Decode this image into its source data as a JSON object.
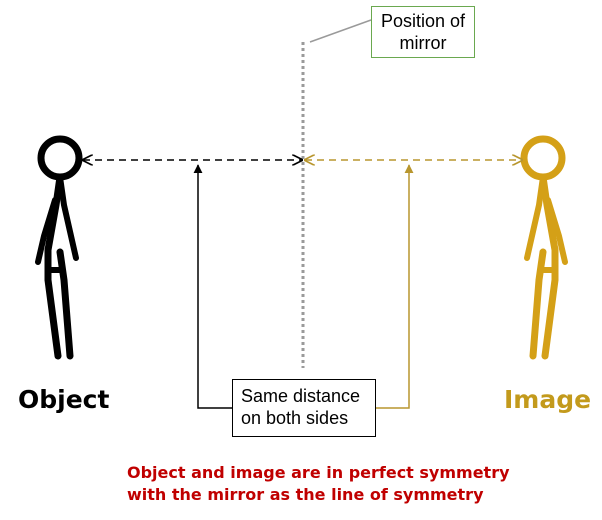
{
  "labels": {
    "object": "Object",
    "image": "Image"
  },
  "mirror_callout": {
    "line1": "Position of",
    "line2": "mirror"
  },
  "distance_callout": {
    "line1": "Same distance",
    "line2": "on both sides"
  },
  "caption": {
    "line1": "Object and image are in perfect symmetry",
    "line2": "with the mirror as the line of symmetry"
  },
  "colors": {
    "object": "#000000",
    "image": "#c39a1c",
    "mirror_line": "#999999",
    "callout_border_mirror": "#6aa84f",
    "caption": "#c00000"
  },
  "icons": {
    "object_figure": "stick-figure",
    "image_figure": "stick-figure"
  }
}
